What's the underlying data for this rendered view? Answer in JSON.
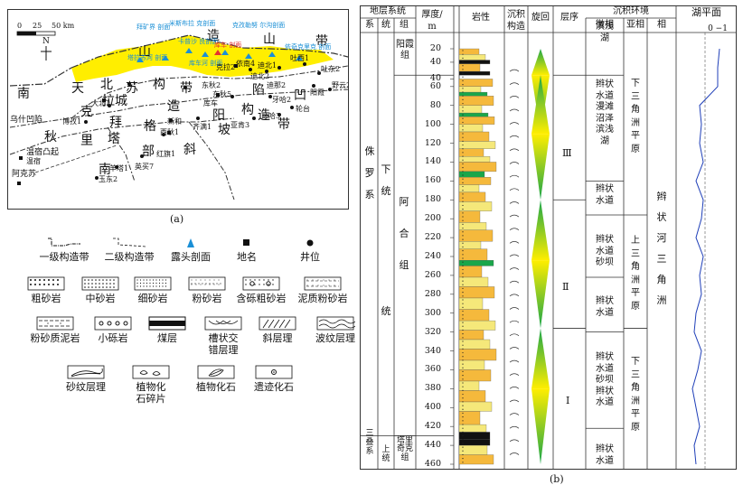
{
  "figure": {
    "caption_a": "(a)",
    "caption_b": "(b)"
  },
  "map": {
    "scale_labels": [
      "0",
      "25",
      "50 km"
    ],
    "north": "N",
    "big_labels": [
      "天",
      "北",
      "南",
      "山",
      "造",
      "带",
      "山",
      "克",
      "苏",
      "拉",
      "构",
      "带",
      "造",
      "阳",
      "坡",
      "斜",
      "秋",
      "里",
      "塔",
      "格",
      "南",
      "部",
      "坡",
      "构",
      "造",
      "带",
      "陷",
      "凹",
      "城",
      "拜",
      "乌什凹陷",
      "温宿凸起",
      "阿克苏"
    ],
    "blue_labels": [
      "拜矿界\n剖面",
      "米斯布拉\n克剖面",
      "克孜勒努\n尔沟剖面",
      "卡普沙\n良剖面",
      "库车河\n剖面",
      "依奇克里克\n剖面",
      "吐格尔明\n背斜剖面",
      "塔拉苏河\n剖面",
      "依奇克\n里克",
      "阳霞剖面"
    ],
    "red_labels": [
      "库车\n剖面"
    ],
    "wells": [
      "依南4",
      "迪北1",
      "迪北2",
      "吐西1",
      "吐东2",
      "迪那2",
      "阳霞",
      "野云2",
      "牙哈3",
      "牙哈2",
      "亚肯3",
      "轮台",
      "东秋5",
      "东秋2",
      "羊塔1",
      "英买7",
      "红旗1",
      "西秋1",
      "新和",
      "齐满1",
      "大北1",
      "大北2",
      "博孜1",
      "克拉2",
      "克深2",
      "温宿",
      "玉东2",
      "羊塔1",
      "英买7"
    ],
    "place_names": [
      "库车",
      "克拉2",
      "新和"
    ]
  },
  "legend": [
    {
      "label": "一级构造带",
      "icon": "tectonic-belt-1-icon"
    },
    {
      "label": "二级构造带",
      "icon": "tectonic-belt-2-icon"
    },
    {
      "label": "露头剖面",
      "icon": "outcrop-triangle-icon"
    },
    {
      "label": "地名",
      "icon": "place-square-icon"
    },
    {
      "label": "井位",
      "icon": "well-dot-icon"
    },
    {
      "label": "粗砂岩",
      "icon": "coarse-sandstone-icon"
    },
    {
      "label": "中砂岩",
      "icon": "medium-sandstone-icon"
    },
    {
      "label": "细砂岩",
      "icon": "fine-sandstone-icon"
    },
    {
      "label": "粉砂岩",
      "icon": "siltstone-icon"
    },
    {
      "label": "含砾粗砂岩",
      "icon": "pebbly-sandstone-icon"
    },
    {
      "label": "泥质粉砂岩",
      "icon": "muddy-siltstone-icon"
    },
    {
      "label": "粉砂质泥岩",
      "icon": "silty-mudstone-icon"
    },
    {
      "label": "小砾岩",
      "icon": "fine-conglomerate-icon"
    },
    {
      "label": "煤层",
      "icon": "coal-seam-icon"
    },
    {
      "label": "槽状交\n错层理",
      "icon": "trough-cross-bedding-icon"
    },
    {
      "label": "斜层理",
      "icon": "oblique-bedding-icon"
    },
    {
      "label": "波纹层理",
      "icon": "wavy-bedding-icon"
    },
    {
      "label": "砂纹层理",
      "icon": "ripple-bedding-icon"
    },
    {
      "label": "植物化\n石碎片",
      "icon": "plant-fragment-icon"
    },
    {
      "label": "植物化石",
      "icon": "plant-fossil-icon"
    },
    {
      "label": "遗迹化石",
      "icon": "trace-fossil-icon"
    }
  ],
  "column": {
    "headers": {
      "strat_system": "地层系统",
      "system": "系",
      "series": "统",
      "group": "组",
      "thickness": "厚度/\nm",
      "lithology": "岩性",
      "structure": "沉积\n构造",
      "cycle": "旋回",
      "sequence": "层序",
      "env": "沉积环境",
      "microfacies": "微相",
      "subfacies": "亚相",
      "facies": "相",
      "lake": "湖平面",
      "lake_scale": "0 −1"
    },
    "system_jura": "侏\n罗\n系",
    "system_tri": "三\n叠\n系",
    "series_lower": "下\n统",
    "series_lower2": "统",
    "series_upper": "上\n统",
    "group_yangxia": "阳霞\n组",
    "group_ahe": "阿\n合\n组",
    "group_taliqike": "塔里\n奇克\n组",
    "depths": [
      "20",
      "40",
      "40",
      "60",
      "80",
      "100",
      "120",
      "140",
      "160",
      "180",
      "200",
      "220",
      "240",
      "260",
      "280",
      "300",
      "320",
      "340",
      "360",
      "380",
      "400",
      "420",
      "440",
      "460"
    ],
    "sequences": [
      "Ⅲ",
      "Ⅱ",
      "Ⅰ"
    ],
    "microfacies": [
      "滨浅\n湖",
      "辫状\n水道\n漫滩\n沼泽\n滨浅\n湖",
      "辫状\n水道",
      "辫状\n水道\n砂坝",
      "辫状\n水道",
      "辫状\n水道\n砂坝\n辫状\n水道",
      "辫状\n水道"
    ],
    "subfacies": [
      "下\n三\n角\n洲\n平\n原",
      "上\n三\n角\n洲\n平\n原",
      "下\n三\n角\n洲\n平\n原"
    ],
    "facies": "辫\n状\n河\n三\n角\n洲"
  },
  "colors": {
    "map_yellow": "#ffee00",
    "litho_orange": "#f5b93c",
    "litho_yellow": "#f5e87a",
    "cycle_green": "#1aa64a",
    "cycle_yellow": "#ffee00",
    "lake_blue": "#1f3fb8",
    "outcrop_blue": "#1a8fd6",
    "highlight_red": "#e53030"
  }
}
